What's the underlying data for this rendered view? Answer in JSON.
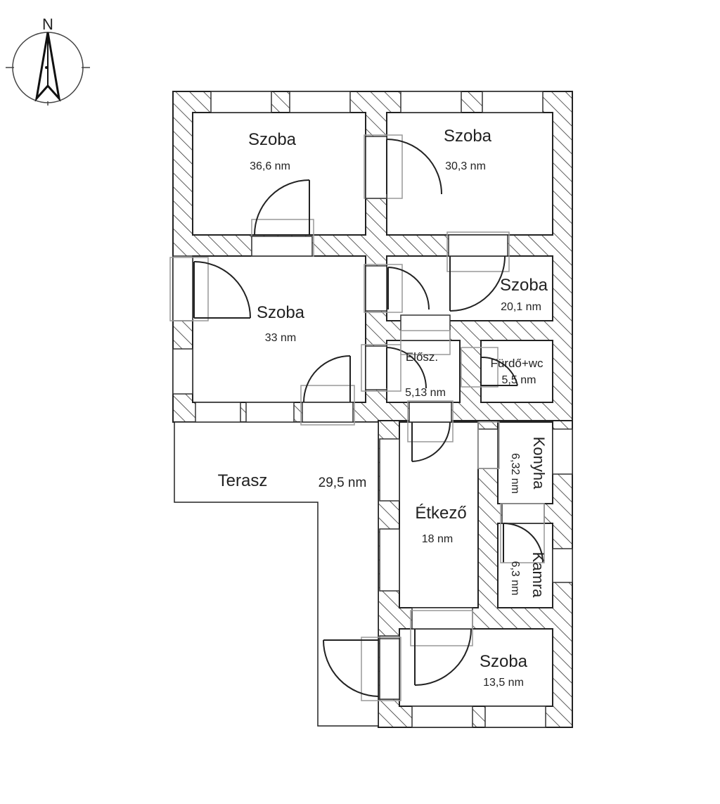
{
  "compass": {
    "north_label": "N"
  },
  "rooms": [
    {
      "id": "szoba-1",
      "name": "Szoba",
      "area": "36,6 nm"
    },
    {
      "id": "szoba-2",
      "name": "Szoba",
      "area": "30,3 nm"
    },
    {
      "id": "szoba-3",
      "name": "Szoba",
      "area": "33 nm"
    },
    {
      "id": "szoba-4",
      "name": "Szoba",
      "area": "20,1 nm"
    },
    {
      "id": "eloszoba",
      "name": "Elősz.",
      "area": "5,13 nm"
    },
    {
      "id": "furdo",
      "name": "Fürdő+wc",
      "area": "5,5 nm"
    },
    {
      "id": "terasz",
      "name": "Terasz",
      "area": "29,5 nm"
    },
    {
      "id": "etkezo",
      "name": "Étkező",
      "area": "18 nm"
    },
    {
      "id": "konyha",
      "name": "Konyha",
      "area": "6,32 nm"
    },
    {
      "id": "kamra",
      "name": "Kamra",
      "area": "6,3 nm"
    },
    {
      "id": "szoba-5",
      "name": "Szoba",
      "area": "13,5 nm"
    }
  ]
}
